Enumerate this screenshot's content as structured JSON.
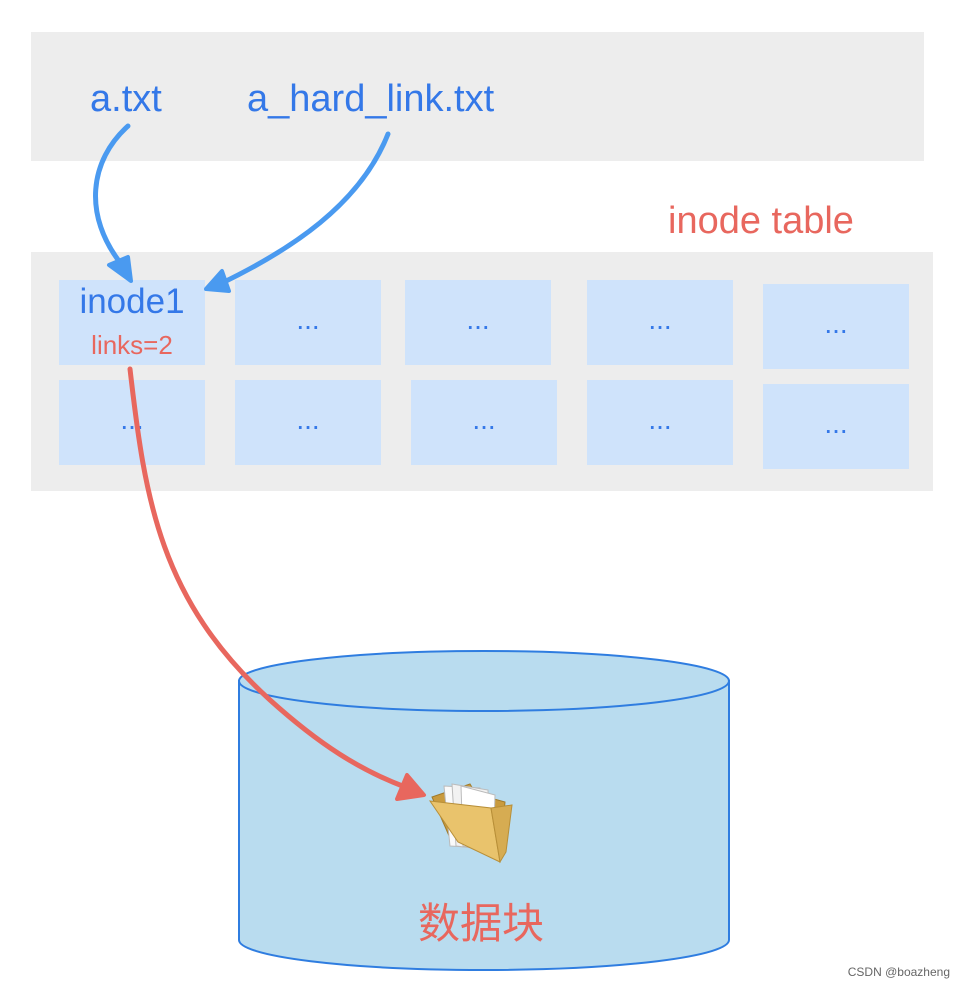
{
  "directory": {
    "entries": [
      "a.txt",
      "a_hard_link.txt"
    ]
  },
  "inode_table": {
    "title": "inode table",
    "first_inode": {
      "name": "inode1",
      "links": "links=2"
    },
    "placeholder": "..."
  },
  "data_block": {
    "label": "数据块",
    "icon": "folder-icon"
  },
  "watermark": "CSDN @boazheng",
  "colors": {
    "blue_text": "#3478e8",
    "blue_arrow": "#4a9af0",
    "red": "#e8675e",
    "cell_fill": "#cfe3fb",
    "panel_fill": "#ededed",
    "cylinder_fill": "#b9dcef",
    "cylinder_stroke": "#2f7de0"
  }
}
